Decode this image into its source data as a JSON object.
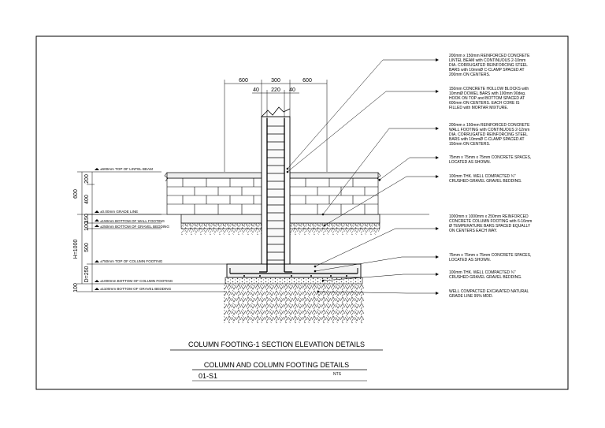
{
  "top_dimensions": [
    "600",
    "300",
    "600",
    "40",
    "220",
    "40"
  ],
  "left_dimensions": [
    "600",
    "200",
    "400",
    "100",
    "H=1000",
    "150",
    "500",
    "D=250",
    "100"
  ],
  "levels": [
    "±600mm TOP OF LINTEL BEAM",
    "±0.00mm GRADE LINE",
    "±150mm BOTTOM OF WALL FOOTING",
    "±250mm BOTTOM OF GRAVEL BEDDING",
    "±750mm TOP OF COLUMN FOOTING",
    "±1000mm BOTTOM OF COLUMN FOOTING",
    "±1100mm BOTTOM OF GRAVEL BEDDING"
  ],
  "notes": [
    [
      "200mm x 150mm REINFORCED CONCRETE",
      "LINTEL BEAM with CONTINUOUS 2-10mm",
      "DIA. CORRUGATED REINFORCING STEEL",
      "BARS with 10mmØ C-CLAMP SPACED AT",
      "200mm ON CENTERS."
    ],
    [
      "150mm CONCRETE HOLLOW BLOCKS with",
      "10mmØ DOWEL BARS with 100mm 90deg.",
      "HOOK ON TOP and BOTTOM SPACED AT",
      "600mm ON CENTERS. EACH CORE IS",
      "FILLED with MORTAR MIXTURE."
    ],
    [
      "200mm x 150mm REINFORCED CONCRETE",
      "WALL FOOTING with CONTINUOUS 2-12mm",
      "DIA. CORRUGATED REINFORCING STEEL",
      "BARS with 10mmØ C-CLAMP SPACED AT",
      "150mm ON CENTERS."
    ],
    [
      "75mm x 75mm x 75mm CONCRETE SPACES,",
      "LOCATED AS SHOWN."
    ],
    [
      "100mm THK. WELL COMPACTED ¾\"",
      "CRUSHED GRAVEL GRAVEL BEDDING."
    ],
    [
      "1000mm x 1000mm x 250mm REINFORCED",
      "CONCRETE COLUMN FOOTING with 6-16mm",
      "Ø TEMPERATURE BARS SPACED EQUALLY",
      "ON CENTERS EACH WAY."
    ],
    [
      "75mm x 75mm x 75mm CONCRETE SPACES,",
      "LOCATED AS SHOWN."
    ],
    [
      "100mm THK. WELL COMPACTED ¾\"",
      "CRUSHED GRAVEL GRAVEL BEDDING."
    ],
    [
      "WELL COMPACTED EXCAVATED NATURAL",
      "GRADE LINE 95% MDD."
    ]
  ],
  "title": "COLUMN FOOTING-1 SECTION ELEVATION DETAILS",
  "sheet_title": "COLUMN AND COLUMN FOOTING DETAILS",
  "sheet_number": "01-S1",
  "scale": "NTS"
}
